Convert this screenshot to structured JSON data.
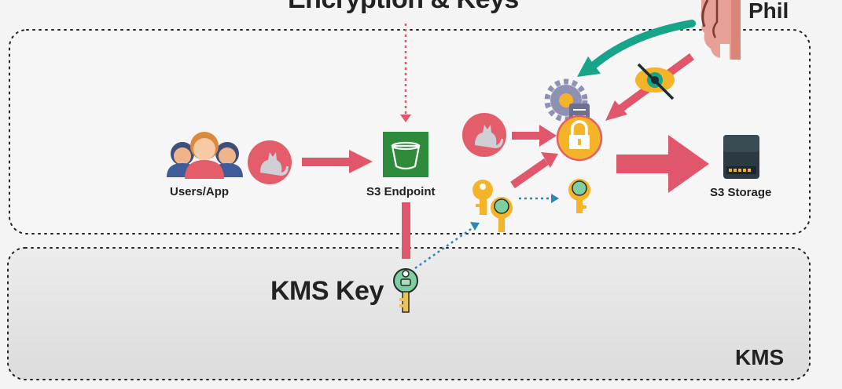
{
  "slide": {
    "title": "Encryption & Keys",
    "actor_name": "Phil",
    "users_label": "Users/App",
    "endpoint_label": "S3 Endpoint",
    "storage_label": "S3 Storage",
    "kms_key_label": "KMS Key",
    "kms_region_label": "KMS"
  },
  "colors": {
    "arrow_red": "#e0566a",
    "arrow_teal": "#17a589",
    "dotted_blue": "#2e86c1",
    "s3_green": "#2e8b3a",
    "key_yellow": "#f5b428",
    "key_green": "#7dcea0",
    "cat_bg": "#e35d6a",
    "lock_bg": "#f5b428"
  }
}
